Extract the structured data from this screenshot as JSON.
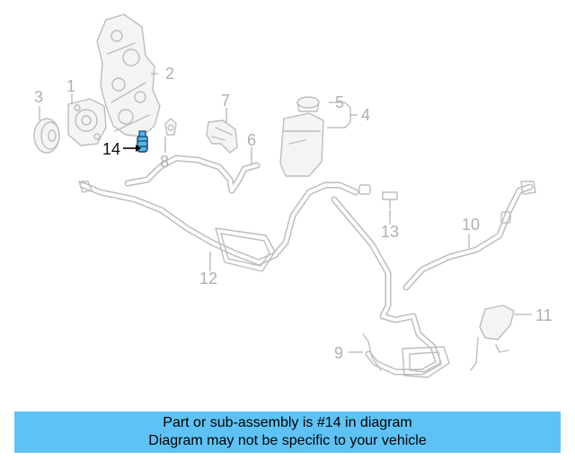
{
  "diagram": {
    "callouts": {
      "c1": "1",
      "c2": "2",
      "c3": "3",
      "c4": "4",
      "c5": "5",
      "c6": "6",
      "c7": "7",
      "c8": "8",
      "c9": "9",
      "c10": "10",
      "c11": "11",
      "c12": "12",
      "c13": "13",
      "c14": "14"
    },
    "highlight_color": "#000000",
    "highlight_part_color": "#4fb8e8",
    "line_color": "#bdbdbd"
  },
  "banner": {
    "line1": "Part or sub-assembly is #14 in diagram",
    "line2": "Diagram may not be specific to your vehicle",
    "background": "#5ec3f4"
  }
}
